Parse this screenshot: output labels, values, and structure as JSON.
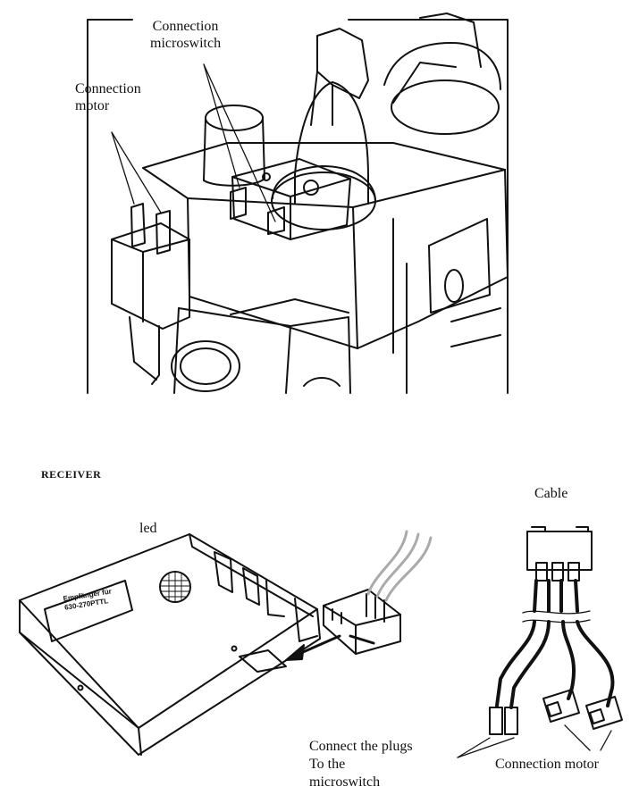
{
  "top_figure": {
    "labels": {
      "connection_microswitch_line1": "Connection",
      "connection_microswitch_line2": "microswitch",
      "connection_motor_line1": "Connection",
      "connection_motor_line2": "motor"
    }
  },
  "receiver_figure": {
    "section_title": "RECEIVER",
    "led_label": "led",
    "sticker_line1": "Empfänger für",
    "sticker_line2": "630-270PTTL"
  },
  "cable_figure": {
    "cable_label": "Cable",
    "connect_plugs_line1": "Connect the plugs",
    "connect_plugs_line2": "To the",
    "connect_plugs_line3": "microswitch",
    "connection_motor_label": "Connection motor"
  }
}
